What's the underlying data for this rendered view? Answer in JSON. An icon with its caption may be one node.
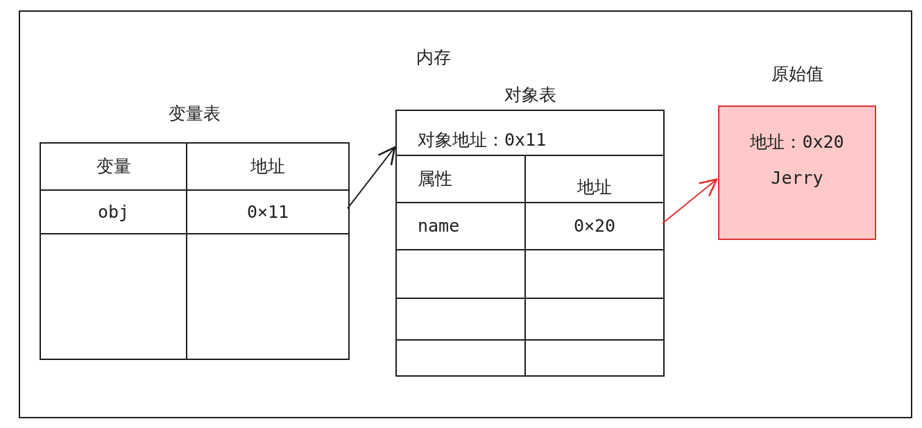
{
  "diagram": {
    "nodes": [
      {
        "text": [
          "内存"
        ]
      },
      {
        "text": [
          "变量表"
        ],
        "in": 0
      },
      {
        "text": [
          "变量"
        ],
        "in": 1
      },
      {
        "text": [
          "地址"
        ],
        "in": 1
      },
      {
        "text": [
          "obj"
        ],
        "in": 1
      },
      {
        "text": [
          "0×11"
        ],
        "in": 1
      },
      {
        "text": [],
        "shape": "box",
        "in": 1
      },
      {
        "text": [],
        "shape": "box",
        "in": 1
      },
      {
        "text": [
          "对象表"
        ],
        "in": 0
      },
      {
        "text": [
          "对象地址：0x11"
        ],
        "in": 8
      },
      {
        "text": [
          "属性"
        ],
        "in": 8
      },
      {
        "text": [
          "地址"
        ],
        "in": 8
      },
      {
        "text": [
          "name"
        ],
        "in": 8
      },
      {
        "text": [
          "0×20"
        ],
        "in": 8
      },
      {
        "text": [],
        "shape": "box",
        "in": 8
      },
      {
        "text": [],
        "shape": "box",
        "in": 8
      },
      {
        "text": [],
        "shape": "box",
        "in": 8
      },
      {
        "text": [],
        "shape": "box",
        "in": 8
      },
      {
        "text": [],
        "shape": "box",
        "in": 8
      },
      {
        "text": [],
        "shape": "box",
        "in": 8
      },
      {
        "text": [
          "原始值",
          "地址：0x20",
          "Jerry"
        ],
        "in": 0
      }
    ],
    "edges": [
      {
        "from": 5,
        "to": 9,
        "arrow": "to"
      },
      {
        "from": 13,
        "to": 20,
        "arrow": "to",
        "color": "#e03131"
      }
    ]
  }
}
